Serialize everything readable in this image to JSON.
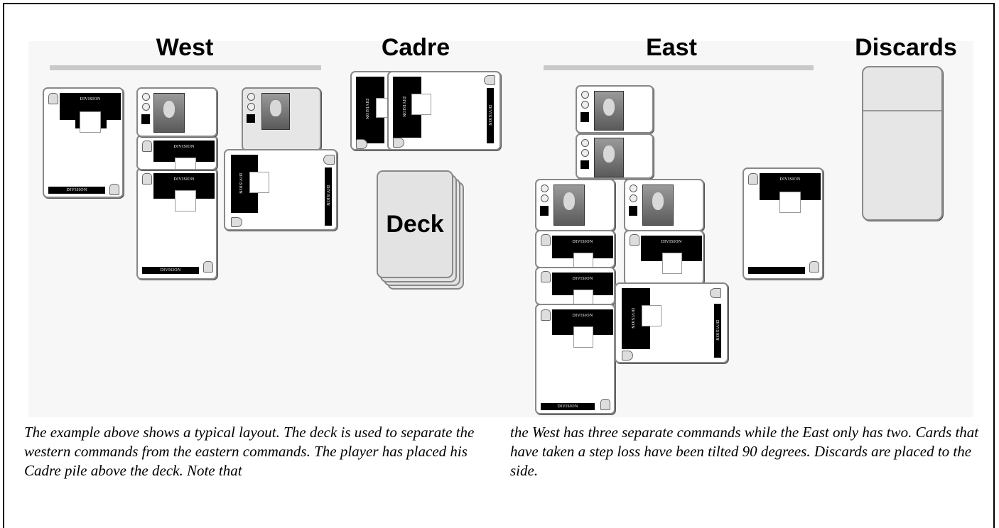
{
  "headings": {
    "west": "West",
    "cadre": "Cadre",
    "east": "East",
    "discards": "Discards"
  },
  "deck_label": "Deck",
  "card_text": {
    "division": "DIVISION"
  },
  "caption": {
    "left": "The example above shows a typical layout. The deck is used to separate the western commands from the eastern commands. The player has placed his Cadre pile above the deck. Note that",
    "right": "the West has three separate commands while the East only has two. Cards that have taken a step loss have been tilted 90 degrees. Discards are placed to the side."
  },
  "colors": {
    "section_bar": "#c9c9c9",
    "card_border": "#888888",
    "background": "#f7f7f7"
  }
}
